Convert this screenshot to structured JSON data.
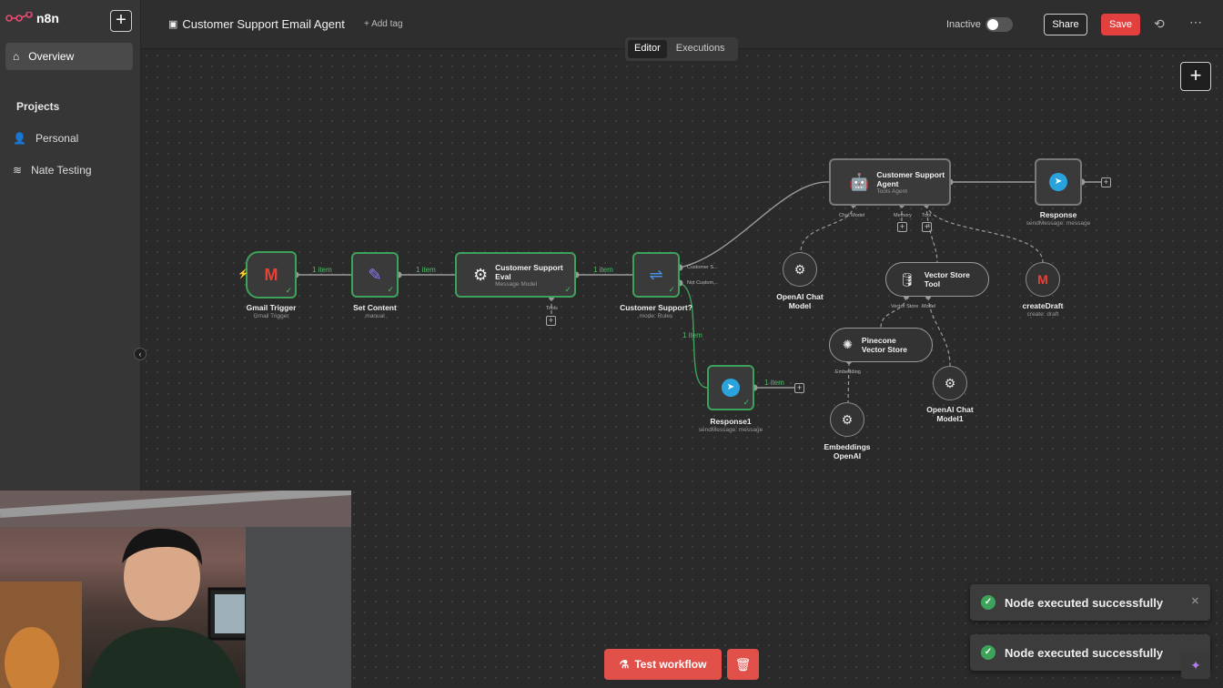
{
  "app": {
    "name": "n8n"
  },
  "sidebar": {
    "items": [
      {
        "label": "Overview",
        "icon": "home-icon"
      }
    ],
    "projects_title": "Projects",
    "projects": [
      {
        "label": "Personal",
        "icon": "user-icon"
      },
      {
        "label": "Nate Testing",
        "icon": "layers-icon"
      }
    ]
  },
  "header": {
    "title": "Customer Support Email Agent",
    "add_tag": "+ Add tag",
    "status_label": "Inactive",
    "share": "Share",
    "save": "Save",
    "tabs": [
      {
        "label": "Editor"
      },
      {
        "label": "Executions"
      }
    ]
  },
  "nodes": {
    "gmail_trigger": {
      "title": "Gmail Trigger",
      "sub": "Gmail Trigger"
    },
    "set_content": {
      "title": "Set Content",
      "sub": "manual"
    },
    "eval": {
      "title": "Customer Support Eval",
      "sub": "Message Model",
      "port": "Tools"
    },
    "switch": {
      "title": "Customer Support?",
      "sub": "mode: Rules",
      "out1": "Customer S...",
      "out2": "Not Custom..."
    },
    "agent": {
      "title": "Customer Support Agent",
      "sub": "Tools Agent",
      "ports": [
        "Chat Model",
        "Memory",
        "Tool"
      ]
    },
    "response": {
      "title": "Response",
      "sub": "sendMessage: message"
    },
    "openai_chat": {
      "title": "OpenAI Chat Model"
    },
    "vector_tool": {
      "title": "Vector Store Tool",
      "port": "Vector Store",
      "port2": "Model"
    },
    "create_draft": {
      "title": "createDraft",
      "sub": "create: draft"
    },
    "pinecone": {
      "title": "Pinecone Vector Store",
      "port": "Embedding"
    },
    "openai_chat1": {
      "title": "OpenAI Chat Model1"
    },
    "embeddings": {
      "title": "Embeddings OpenAI"
    },
    "response1": {
      "title": "Response1",
      "sub": "sendMessage: message"
    }
  },
  "edge_labels": [
    "1 item",
    "1 item",
    "1 item",
    "1 item",
    "1 item"
  ],
  "toasts": [
    "Node executed successfully",
    "Node executed successfully"
  ],
  "footer": {
    "test": "Test workflow"
  }
}
